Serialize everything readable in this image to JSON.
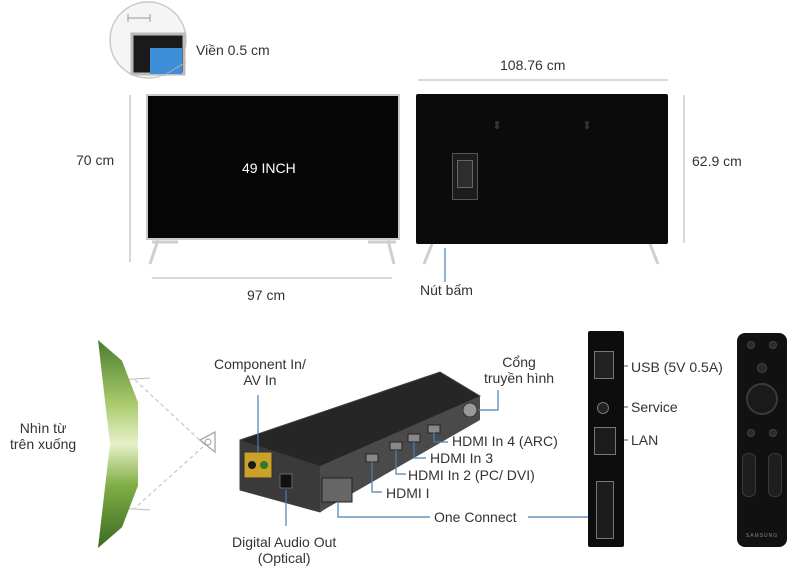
{
  "top": {
    "bezel_label": "Viền 0.5 cm",
    "width_label": "108.76 cm",
    "height_front_label": "70 cm",
    "height_back_label": "62.9 cm",
    "diagonal_label": "49 INCH",
    "base_width_label": "97 cm",
    "button_label": "Nút bấm"
  },
  "bottom": {
    "topview_label": "Nhìn từ\ntrên xuống",
    "component_label": "Component In/\nAV In",
    "tuner_label": "Cổng\ntruyền hình",
    "hdmi4_label": "HDMI In 4 (ARC)",
    "hdmi3_label": "HDMI In 3",
    "hdmi2_label": "HDMI In 2 (PC/ DVI)",
    "hdmi1_label": "HDMI I",
    "oneconnect_label": "One Connect",
    "optical_label": "Digital Audio Out\n(Optical)",
    "usb_label": "USB (5V 0.5A)",
    "service_label": "Service",
    "lan_label": "LAN",
    "brand_text": "SAMSUNG"
  },
  "colors": {
    "dimension_line": "#b0b0b0",
    "callout_line": "#4a7fb5",
    "tv_screen": "#050505",
    "tv_frame": "#c9c9c9"
  }
}
